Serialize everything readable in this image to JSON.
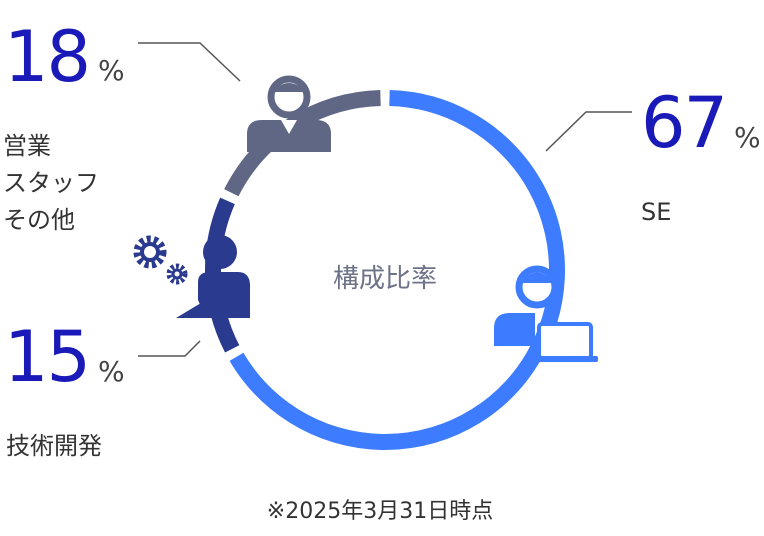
{
  "chart_data": {
    "type": "donut",
    "center_label": "構成比率",
    "footnote": "※2025年3月31日時点",
    "slices": [
      {
        "name": "SE",
        "value": 67,
        "unit": "%",
        "color": "#3d7bff"
      },
      {
        "name": "技術開発",
        "value": 15,
        "unit": "%",
        "color": "#2a3a8e"
      },
      {
        "name": "営業\nスタッフ\nその他",
        "value": 18,
        "unit": "%",
        "color": "#5f6785"
      }
    ]
  }
}
